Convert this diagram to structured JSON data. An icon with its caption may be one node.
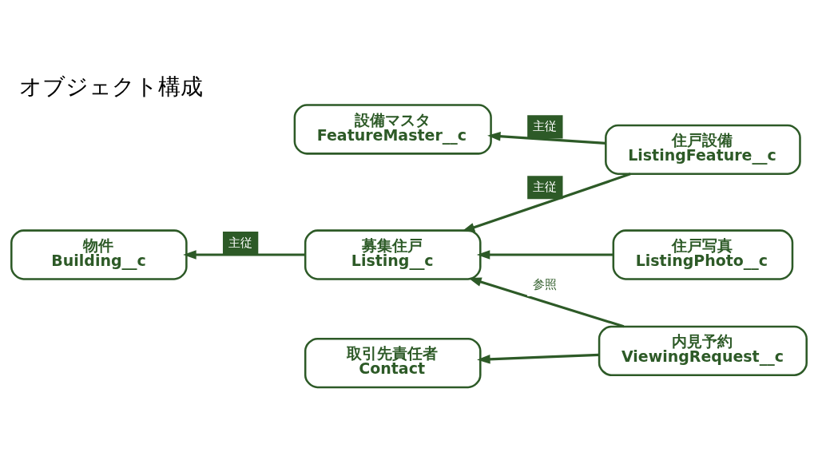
{
  "diagram": {
    "title": "オブジェクト構成",
    "nodes": [
      {
        "text": [
          "設備マスタ",
          "FeatureMaster__c"
        ]
      },
      {
        "text": [
          "住戸設備",
          "ListingFeature__c"
        ]
      },
      {
        "text": [
          "物件",
          "Building__c"
        ]
      },
      {
        "text": [
          "募集住戸",
          "Listing__c"
        ]
      },
      {
        "text": [
          "住戸写真",
          "ListingPhoto__c"
        ]
      },
      {
        "text": [
          "取引先責任者",
          "Contact"
        ]
      },
      {
        "text": [
          "内見予約",
          "ViewingRequest__c"
        ]
      }
    ],
    "edges": [
      {
        "from": 1,
        "to": 0,
        "arrow": "to",
        "label": "主従"
      },
      {
        "from": 3,
        "to": 2,
        "arrow": "to",
        "label": "主従"
      },
      {
        "from": 1,
        "to": 3,
        "arrow": "to",
        "label": "主従"
      },
      {
        "from": 4,
        "to": 3,
        "arrow": "to"
      },
      {
        "from": 6,
        "to": 3,
        "arrow": "to",
        "label": "参照"
      },
      {
        "from": 6,
        "to": 5,
        "arrow": "to"
      }
    ]
  }
}
